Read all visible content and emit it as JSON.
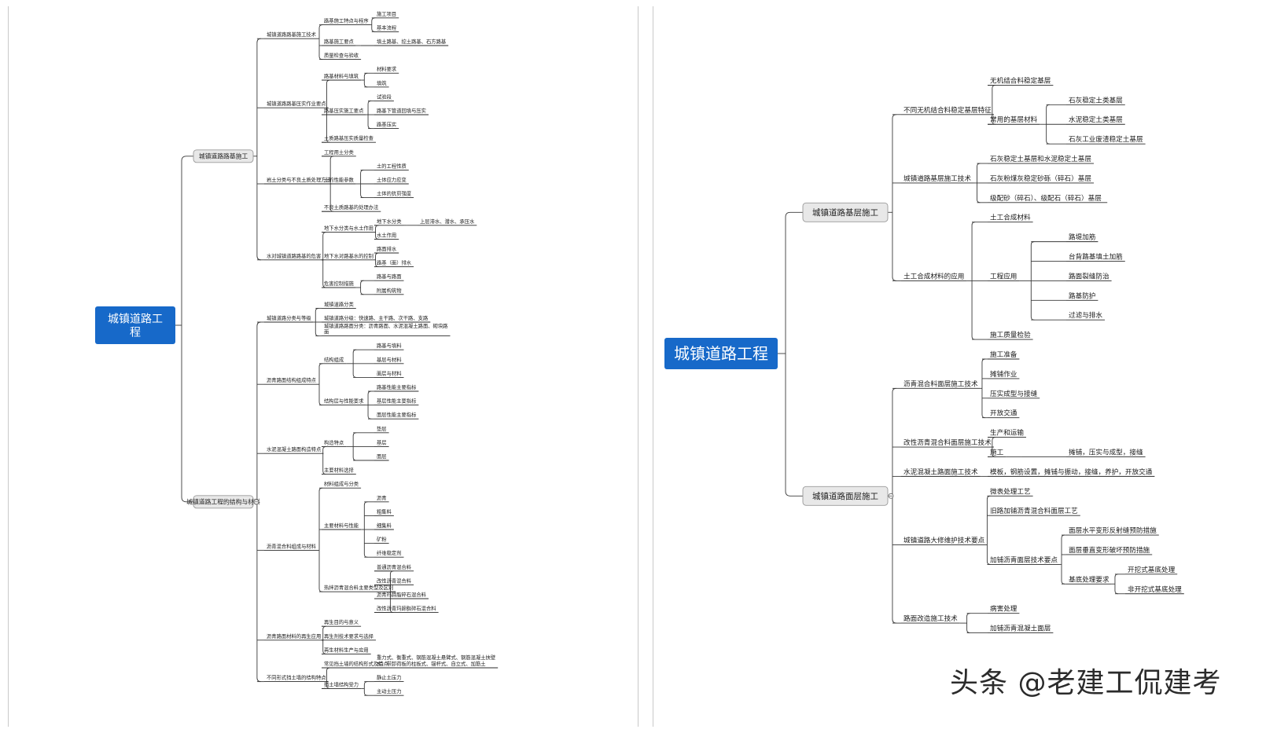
{
  "left_map": {
    "root": "城镇道路工\n程",
    "main": [
      {
        "label": "城镇道路路基施工",
        "children": [
          {
            "label": "城镇道路路基施工技术",
            "children": [
              {
                "label": "路基施工特点与程序",
                "children": [
                  {
                    "label": "施工项目"
                  },
                  {
                    "label": "基本流程"
                  }
                ]
              },
              {
                "label": "路基施工要点",
                "children": [
                  {
                    "label": "填土路基、挖土路基、石方路基"
                  }
                ]
              },
              {
                "label": "质量检查与验收"
              }
            ]
          },
          {
            "label": "城镇道路路基压实作业要点",
            "children": [
              {
                "label": "路基材料与填筑",
                "children": [
                  {
                    "label": "材料要求"
                  },
                  {
                    "label": "填筑"
                  }
                ]
              },
              {
                "label": "路基压实施工要点",
                "children": [
                  {
                    "label": "试验段"
                  },
                  {
                    "label": "路基下管道回填与压实"
                  },
                  {
                    "label": "路基压实"
                  }
                ]
              },
              {
                "label": "土质路基压实质量检查"
              }
            ]
          },
          {
            "label": "岩土分类与不良土质处理方法",
            "children": [
              {
                "label": "工程用土分类"
              },
              {
                "label": "土的性能参数",
                "children": [
                  {
                    "label": "土的工程性质"
                  },
                  {
                    "label": "土体应力应变"
                  },
                  {
                    "label": "土体的抗剪强度"
                  }
                ]
              },
              {
                "label": "不良土质路基的处理办法"
              }
            ]
          },
          {
            "label": "水对城镇道路路基的危害",
            "children": [
              {
                "label": "地下水分类与水土作用",
                "children": [
                  {
                    "label": "地下水分类",
                    "children": [
                      {
                        "label": "上层滞水、潜水、承压水"
                      }
                    ]
                  },
                  {
                    "label": "水土作用"
                  }
                ]
              },
              {
                "label": "地下水对路基水的控制",
                "children": [
                  {
                    "label": "路面排水"
                  },
                  {
                    "label": "路基（面）排水"
                  }
                ]
              },
              {
                "label": "危害控制措施",
                "children": [
                  {
                    "label": "路基与路面"
                  },
                  {
                    "label": "附属构筑物"
                  }
                ]
              }
            ]
          }
        ]
      },
      {
        "label": "城镇道路工程的结构与材料",
        "children": [
          {
            "label": "城镇道路分类与等级",
            "children": [
              {
                "label": "城镇道路分类"
              },
              {
                "label": "城镇道路分级：快速路、主干路、次干路、支路"
              },
              {
                "label": "城镇道路路面分类：沥青路面、水泥混凝土路面、砌块路\n面"
              }
            ]
          },
          {
            "label": "沥青路面结构组成特点",
            "children": [
              {
                "label": "结构组成",
                "children": [
                  {
                    "label": "路基与填料"
                  },
                  {
                    "label": "基层与材料"
                  },
                  {
                    "label": "面层与材料"
                  }
                ]
              },
              {
                "label": "结构层与性能要求",
                "children": [
                  {
                    "label": "路基性能主要指标"
                  },
                  {
                    "label": "基层性能主要指标"
                  },
                  {
                    "label": "面层性能主要指标"
                  }
                ]
              }
            ]
          },
          {
            "label": "水泥混凝土路面构造特点",
            "children": [
              {
                "label": "构造特点",
                "children": [
                  {
                    "label": "垫层"
                  },
                  {
                    "label": "基层"
                  },
                  {
                    "label": "面层"
                  }
                ]
              },
              {
                "label": "主要材料选择"
              }
            ]
          },
          {
            "label": "沥青混合料组成与材料",
            "children": [
              {
                "label": "材料组成与分类"
              },
              {
                "label": "主要材料与性能",
                "children": [
                  {
                    "label": "沥青"
                  },
                  {
                    "label": "粗集料"
                  },
                  {
                    "label": "细集料"
                  },
                  {
                    "label": "矿粉"
                  },
                  {
                    "label": "纤维稳定剂"
                  }
                ]
              },
              {
                "label": "热拌沥青混合料主要类型及区别",
                "children": [
                  {
                    "label": "普通沥青混合料"
                  },
                  {
                    "label": "改性沥青混合料"
                  },
                  {
                    "label": "沥青玛蹄脂碎石混合料"
                  },
                  {
                    "label": "改性沥青玛蹄脂碎石混合料"
                  }
                ]
              }
            ]
          },
          {
            "label": "沥青路面材料的再生应用",
            "children": [
              {
                "label": "再生目的与意义"
              },
              {
                "label": "再生剂技术要求与选择"
              },
              {
                "label": "再生材料生产与应用"
              }
            ]
          },
          {
            "label": "不同形式挡土墙的结构特点",
            "children": [
              {
                "label": "常见挡土墙的结构形式及特点",
                "children": [
                  {
                    "label": "重力式、衡重式、钢筋混凝土悬臂式、钢筋混凝土扶壁\n式、带卸荷板的柱板式、锚杆式、自立式、加筋土"
                  }
                ]
              },
              {
                "label": "挡土墙结构受力",
                "children": [
                  {
                    "label": "静止土压力"
                  },
                  {
                    "label": "主动土压力"
                  }
                ]
              }
            ]
          }
        ]
      }
    ]
  },
  "right_map": {
    "root": "城镇道路工程",
    "main": [
      {
        "label": "城镇道路基层施工",
        "children": [
          {
            "label": "不同无机结合料稳定基层特征",
            "children": [
              {
                "label": "无机结合料稳定基层"
              },
              {
                "label": "常用的基层材料",
                "children": [
                  {
                    "label": "石灰稳定土类基层"
                  },
                  {
                    "label": "水泥稳定土类基层"
                  },
                  {
                    "label": "石灰工业废渣稳定土基层"
                  }
                ]
              }
            ]
          },
          {
            "label": "城镇道路基层施工技术",
            "children": [
              {
                "label": "石灰稳定土基层和水泥稳定土基层"
              },
              {
                "label": "石灰粉煤灰稳定砂砾（碎石）基层"
              },
              {
                "label": "级配砂（碎石）、级配石（碎石）基层"
              }
            ]
          },
          {
            "label": "土工合成材料的应用",
            "children": [
              {
                "label": "土工合成材料"
              },
              {
                "label": "工程应用",
                "children": [
                  {
                    "label": "路堤加筋"
                  },
                  {
                    "label": "台背路基填土加筋"
                  },
                  {
                    "label": "路面裂缝防治"
                  },
                  {
                    "label": "路基防护"
                  },
                  {
                    "label": "过滤与排水"
                  }
                ]
              },
              {
                "label": "施工质量检验"
              }
            ]
          }
        ]
      },
      {
        "label": "城镇道路面层施工",
        "children": [
          {
            "label": "沥青混合料面层施工技术",
            "children": [
              {
                "label": "施工准备"
              },
              {
                "label": "摊铺作业"
              },
              {
                "label": "压实成型与接缝"
              },
              {
                "label": "开放交通"
              }
            ]
          },
          {
            "label": "改性沥青混合料面层施工技术",
            "children": [
              {
                "label": "生产和运输"
              },
              {
                "label": "施工",
                "children": [
                  {
                    "label": "摊铺，压实与成型，接缝"
                  }
                ]
              }
            ]
          },
          {
            "label": "水泥混凝土路面施工技术",
            "children": [
              {
                "label": "模板，钢筋设置，摊铺与振动，接缝，养护，开放交通"
              }
            ]
          },
          {
            "label": "城镇道路大修维护技术要点",
            "children": [
              {
                "label": "微表处理工艺"
              },
              {
                "label": "旧路加铺沥青混合料面层工艺"
              },
              {
                "label": "加铺沥青面层技术要点",
                "children": [
                  {
                    "label": "面层水平变形反射缝预防措施"
                  },
                  {
                    "label": "面层垂直变形破坏预防措施"
                  },
                  {
                    "label": "基底处理要求",
                    "children": [
                      {
                        "label": "开挖式基底处理"
                      },
                      {
                        "label": "非开挖式基底处理"
                      }
                    ]
                  }
                ]
              }
            ]
          },
          {
            "label": "路面改造施工技术",
            "children": [
              {
                "label": "病害处理"
              },
              {
                "label": "加铺沥青混凝土面层"
              }
            ]
          }
        ]
      }
    ]
  },
  "watermark": "头条 @老建工侃建考",
  "colors": {
    "root_fill": "#1769c9",
    "root_text": "#ffffff",
    "main_fill": "#e8e8e8",
    "line": "#3a3a3a"
  }
}
